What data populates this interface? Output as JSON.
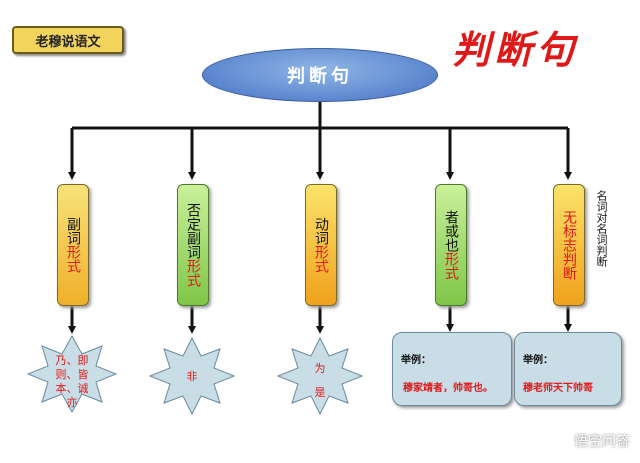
{
  "badge": "老穆说语文",
  "title": "判断句",
  "center": "判断句",
  "columns": [
    {
      "black": "副词",
      "red": "形式"
    },
    {
      "black": "否定副词",
      "red": "形式"
    },
    {
      "black": "动词",
      "red": "形式"
    },
    {
      "black": "者或也",
      "red": "形式"
    },
    {
      "black": "",
      "red": "无标志判断"
    }
  ],
  "side_note": "名词对名词判断",
  "stars": [
    {
      "line1": "乃、即",
      "line2": "则、皆",
      "line3": "本、诚",
      "line4": "亦"
    },
    {
      "text": "非"
    },
    {
      "line1": "为",
      "line2": "是"
    }
  ],
  "boxes": [
    {
      "label": "举例：",
      "example": "穆家靖者，帅哥也。"
    },
    {
      "label": "举例：",
      "example": "穆老师天下帅哥"
    }
  ],
  "watermark": "悟空问答",
  "colors": {
    "title_red": "#e01818",
    "ellipse_blue": "#5b86cf",
    "badge_yellow": "#f2d45c",
    "box_blue": "#c9dde6"
  }
}
